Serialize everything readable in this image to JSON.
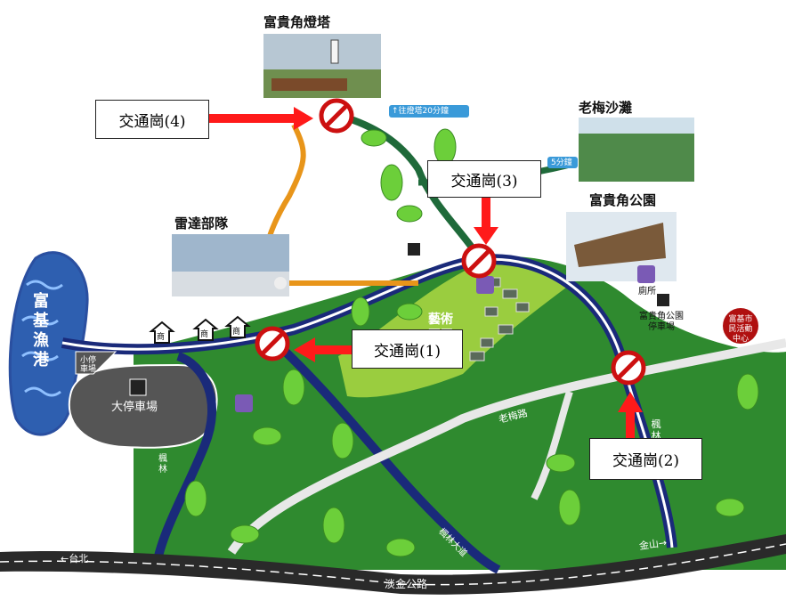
{
  "callouts": {
    "post1": "交通崗(1)",
    "post2": "交通崗(2)",
    "post3": "交通崗(3)",
    "post4": "交通崗(4)"
  },
  "places": {
    "lighthouse": "富貴角燈塔",
    "laomei_beach": "老梅沙灘",
    "fuguijiao_park": "富貴角公園",
    "radar_unit": "雷達部隊",
    "fuji_harbor": "富基漁港",
    "art_zone": "藝術園區",
    "big_parking": "大停車場",
    "small_parking_left": "小停車場",
    "small_parking_top": "小停車場",
    "toilet": "廁所",
    "park_parking": "富貴角公園停車場",
    "activity_center": "富基市民活動中心",
    "shop": "商"
  },
  "roads": {
    "laomei_road": "老梅路",
    "fenglin_right": "楓林",
    "fenglin_left": "楓林",
    "fenglin_avenue": "楓林大道",
    "danjin_road": "淡金公路",
    "to_taipei": "←台北",
    "to_jinshan": "金山→",
    "to_lighthouse": "↑往燈塔20分鐘",
    "five_min": "5分鐘"
  },
  "icons": {
    "no_entry": "no-entry-sign-icon",
    "parking": "P",
    "restroom": "restroom-icon"
  },
  "colors": {
    "sea": "#2e5fb0",
    "green": "#2f8a2f",
    "light_green": "#9acd3f",
    "road_outline": "#1a2a7a",
    "highway": "#2a2a2a",
    "path": "#e8951a",
    "arrow": "#ff1a1a",
    "no_entry": "#cc1010"
  }
}
